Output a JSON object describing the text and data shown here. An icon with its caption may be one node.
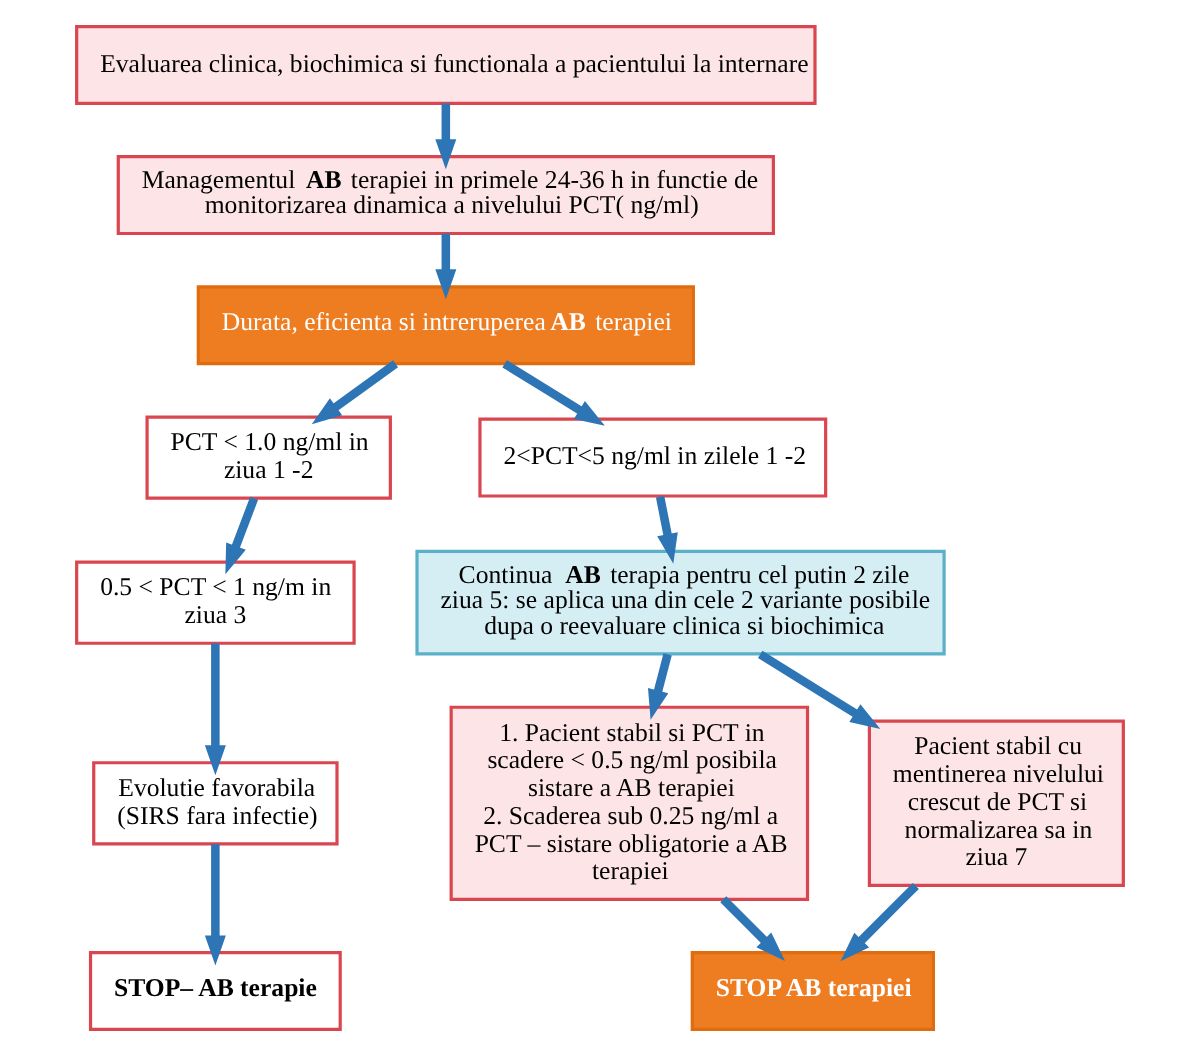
{
  "diagram": {
    "nodes": [
      {
        "text": [
          "Evaluarea clinica, biochimica si functionala a pacientului la internare"
        ]
      },
      {
        "text": [
          "Managementul **AB** terapiei in primele 24-36 h in functie de monitorizarea dinamica a nivelului PCT( ng/ml)"
        ]
      },
      {
        "text": [
          "Durata, eficienta si intreruperea **AB** terapiei"
        ]
      },
      {
        "text": [
          "PCT < 1.0 ng/ml in ziua 1 -2"
        ]
      },
      {
        "text": [
          "0.5 < PCT < 1 ng/m in ziua 3"
        ]
      },
      {
        "text": [
          "Evolutie favorabila (SIRS fara infectie)"
        ]
      },
      {
        "text": [
          "STOP– AB terapie"
        ]
      },
      {
        "text": [
          "2<PCT<5 ng/ml in zilele 1 -2"
        ]
      },
      {
        "text": [
          "Continua **AB** terapia pentru cel putin 2 zile ziua 5: se aplica una din cele 2 variante posibile dupa o reevaluare clinica si biochimica"
        ]
      },
      {
        "text": [
          "1. Pacient stabil si PCT in scadere < 0.5 ng/ml posibila sistare a AB terapiei",
          "2. Scaderea sub 0.25 ng/ml a PCT – sistare obligatorie a AB terapiei"
        ]
      },
      {
        "text": [
          "Pacient stabil cu mentinerea nivelului crescut de PCT si normalizarea sa in ziua 7"
        ]
      },
      {
        "text": [
          "STOP AB terapiei"
        ]
      }
    ],
    "edges": [
      {
        "from": 0,
        "to": 1,
        "arrow": "to"
      },
      {
        "from": 1,
        "to": 2,
        "arrow": "to"
      },
      {
        "from": 2,
        "to": 3,
        "arrow": "to"
      },
      {
        "from": 2,
        "to": 7,
        "arrow": "to"
      },
      {
        "from": 3,
        "to": 4,
        "arrow": "to"
      },
      {
        "from": 4,
        "to": 5,
        "arrow": "to"
      },
      {
        "from": 5,
        "to": 6,
        "arrow": "to"
      },
      {
        "from": 7,
        "to": 8,
        "arrow": "to"
      },
      {
        "from": 8,
        "to": 9,
        "arrow": "to"
      },
      {
        "from": 8,
        "to": 10,
        "arrow": "to"
      },
      {
        "from": 9,
        "to": 11,
        "arrow": "to"
      },
      {
        "from": 10,
        "to": 11,
        "arrow": "to"
      }
    ]
  }
}
